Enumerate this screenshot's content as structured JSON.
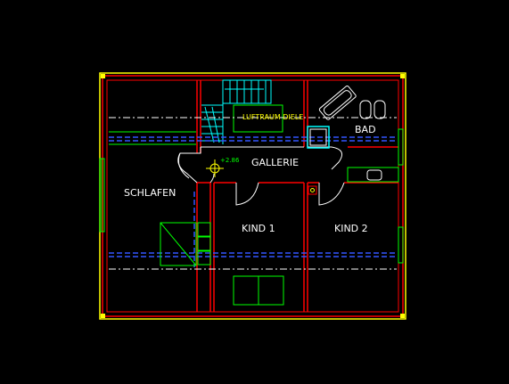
{
  "rooms": {
    "schlafen": "SCHLAFEN",
    "gallerie": "GALLERIE",
    "kind1": "KIND 1",
    "kind2": "KIND 2",
    "bad": "BAD",
    "luftraum": "LUFTRAUM DIELE"
  },
  "annotations": {
    "level_mark": "+2.86"
  },
  "colors": {
    "background": "#000000",
    "outer_wall": "#ff0000",
    "insulation": "#ffff00",
    "stairs": "#00ffff",
    "windows": "#00ff00",
    "roof_line": "#0000ff",
    "text": "#ffffff"
  }
}
